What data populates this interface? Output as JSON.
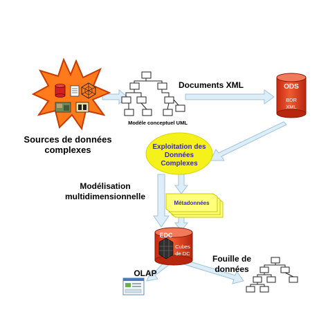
{
  "labels": {
    "sources_line1": "Sources de données",
    "sources_line2": "complexes",
    "uml_caption": "Modèle conceptuel UML",
    "xml_documents": "Documents XML",
    "ods_title": "ODS",
    "ods_line1": "BDR",
    "ods_line2": "XML",
    "exploitation_line1": "Exploitation des",
    "exploitation_line2": "Données",
    "exploitation_line3": "Complexes",
    "modelisation_line1": "Modélisation",
    "modelisation_line2": "multidimensionnelle",
    "metadonnees": "Métadonnées",
    "edc_title": "EDC",
    "edc_line1": "Cubes",
    "edc_line2": "de DC",
    "olap": "OLAP",
    "fouille_line1": "Fouille de",
    "fouille_line2": "données"
  },
  "colors": {
    "star_fill": "#ff7a1a",
    "star_stroke": "#c83a00",
    "cylinder_fill": "#e63c1e",
    "cylinder_text": "#ffffff",
    "ellipse_fill": "#f4f21a",
    "ellipse_text": "#3a2aa8",
    "metadata_fill": "#ffff7a",
    "metadata_text": "#3a2aa8",
    "arrow_fill": "#ddeef8",
    "arrow_stroke": "#9ec3dd"
  }
}
